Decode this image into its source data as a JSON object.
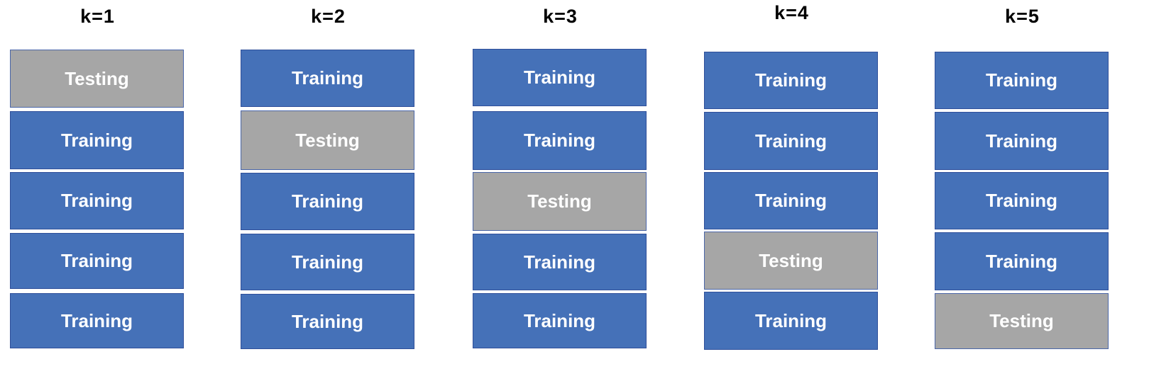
{
  "colors": {
    "training": "#4571b8",
    "testing": "#a6a6a6",
    "border": "#2f4f9a"
  },
  "folds": [
    {
      "title": "k=1",
      "boxes": [
        "Testing",
        "Training",
        "Training",
        "Training",
        "Training"
      ]
    },
    {
      "title": "k=2",
      "boxes": [
        "Training",
        "Testing",
        "Training",
        "Training",
        "Training"
      ]
    },
    {
      "title": "k=3",
      "boxes": [
        "Training",
        "Training",
        "Testing",
        "Training",
        "Training"
      ]
    },
    {
      "title": "k=4",
      "boxes": [
        "Training",
        "Training",
        "Training",
        "Testing",
        "Training"
      ]
    },
    {
      "title": "k=5",
      "boxes": [
        "Training",
        "Training",
        "Training",
        "Training",
        "Testing"
      ]
    }
  ]
}
